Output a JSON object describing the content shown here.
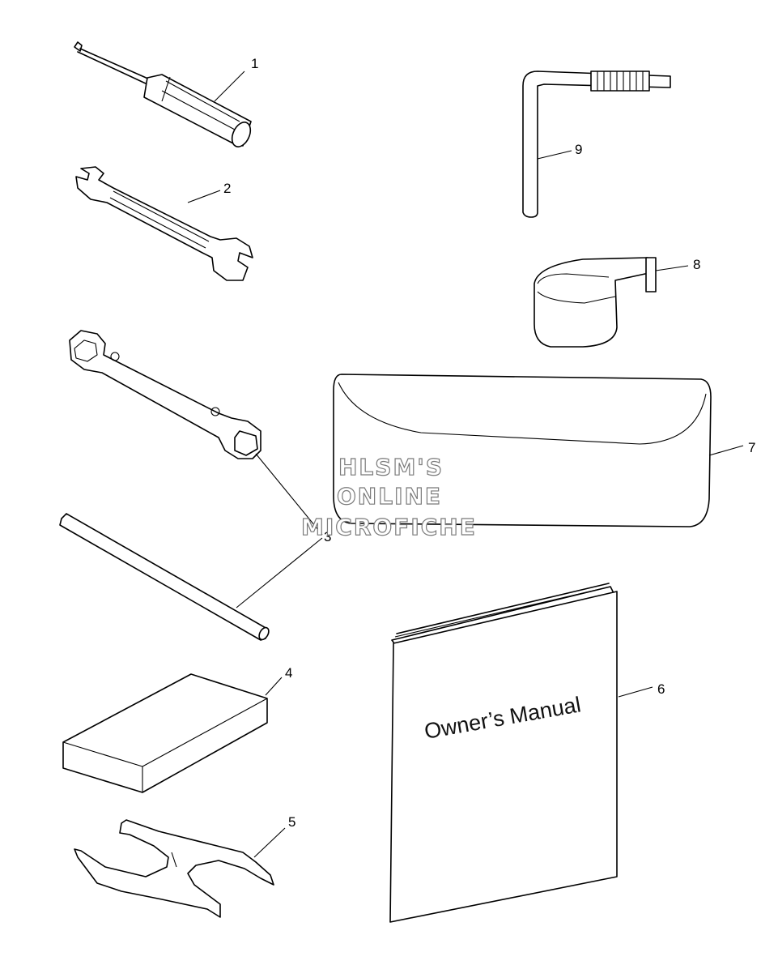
{
  "callouts": {
    "c1": "1",
    "c2": "2",
    "c3": "3",
    "c4": "4",
    "c5": "5",
    "c6": "6",
    "c7": "7",
    "c8": "8",
    "c9": "9"
  },
  "watermark": {
    "line1": "HLSM'S",
    "line2": "ONLINE",
    "line3": "MICROFICHE"
  },
  "manual": {
    "cover_text": "Owner’s Manual"
  },
  "icons": [
    "screwdriver",
    "open-end-wrench",
    "socket-wrench",
    "tommy-bar",
    "tool-pouch-block",
    "spanner",
    "owners-manual",
    "tool-bag",
    "strap",
    "hex-key"
  ]
}
